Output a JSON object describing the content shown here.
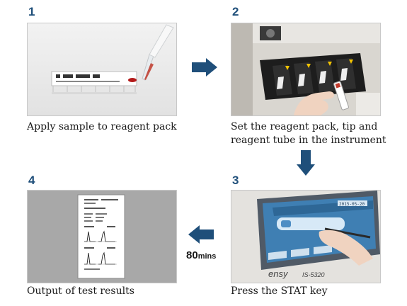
{
  "steps": [
    {
      "number": "1",
      "caption_lines": [
        "Apply sample to reagent pack"
      ]
    },
    {
      "number": "2",
      "caption_lines": [
        "Set the reagent pack, tip and",
        "reagent tube in the instrument"
      ]
    },
    {
      "number": "3",
      "caption_lines": [
        "Press the STAT key"
      ]
    },
    {
      "number": "4",
      "caption_lines": [
        "Output of test results"
      ]
    }
  ],
  "duration": {
    "value": "80",
    "unit": "mins"
  },
  "device_brand_fragment": "ensy",
  "device_model": "IS-5320",
  "screen_date": "2015-05-20",
  "colors": {
    "arrow": "#1f4f7a",
    "step_number": "#1f4f7a"
  }
}
